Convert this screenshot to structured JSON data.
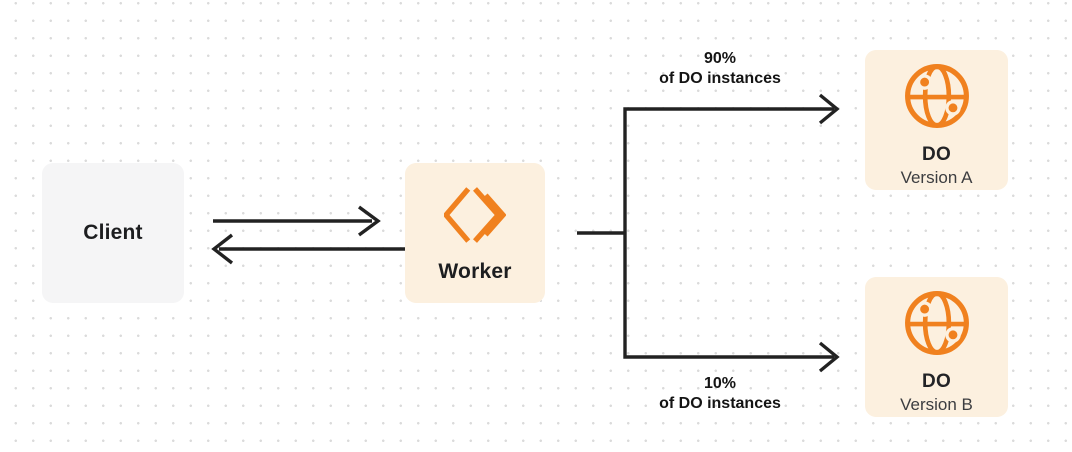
{
  "nodes": {
    "client": {
      "label": "Client"
    },
    "worker": {
      "label": "Worker",
      "icon": "workers-chevrons-icon"
    },
    "do_version_a": {
      "title": "DO",
      "subtitle": "Version A",
      "icon": "durable-object-globe-icon"
    },
    "do_version_b": {
      "title": "DO",
      "subtitle": "Version B",
      "icon": "durable-object-globe-icon"
    }
  },
  "edges": {
    "split_a": {
      "line1": "90%",
      "line2": "of DO instances"
    },
    "split_b": {
      "line1": "10%",
      "line2": "of DO instances"
    }
  },
  "colors": {
    "accent_orange": "#F0811F",
    "node_cream": "#FCF0DF",
    "node_gray": "#F5F5F6",
    "connector_dark": "#222222",
    "dot_grid": "#DBDBDB"
  }
}
